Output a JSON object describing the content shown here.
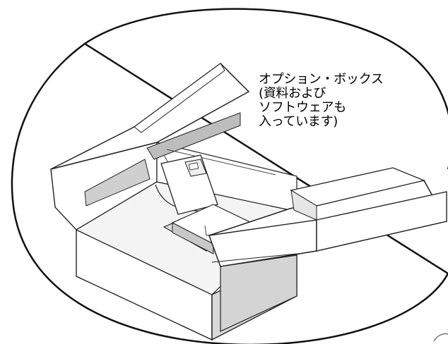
{
  "callout": {
    "lines": [
      "オプション・ボックス",
      "(資料および",
      "ソフトウェアも",
      "入っています)"
    ]
  }
}
